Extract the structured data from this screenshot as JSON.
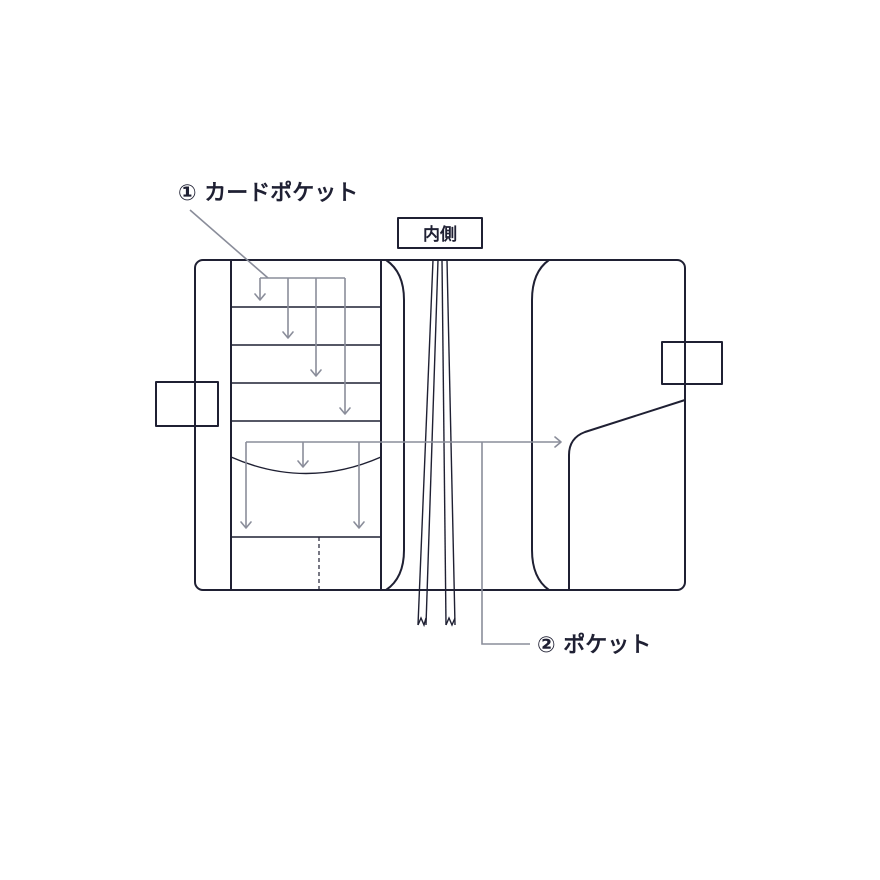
{
  "title": "内側",
  "labels": {
    "card_pocket": "① カードポケット",
    "pocket": "② ポケット"
  },
  "colors": {
    "outline": "#1f2033",
    "leader": "#8a8d9a",
    "background": "#ffffff"
  }
}
